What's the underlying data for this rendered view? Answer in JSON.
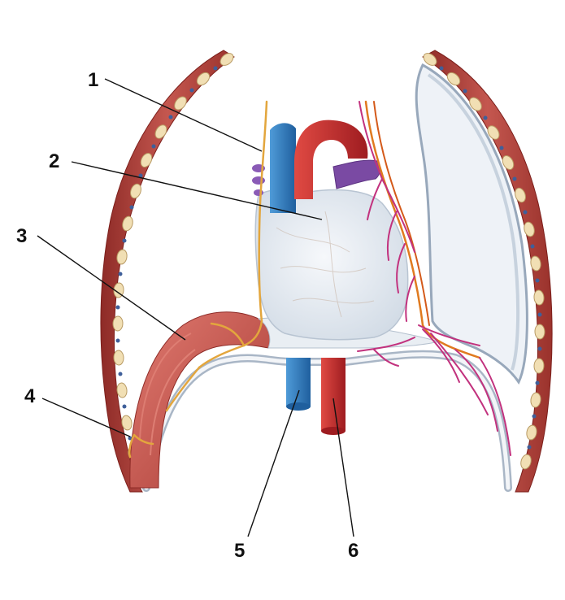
{
  "callouts": [
    {
      "id": "1",
      "text": "1"
    },
    {
      "id": "2",
      "text": "2"
    },
    {
      "id": "3",
      "text": "3"
    },
    {
      "id": "4",
      "text": "4"
    },
    {
      "id": "5",
      "text": "5"
    },
    {
      "id": "6",
      "text": "6"
    }
  ],
  "colors": {
    "rib_muscle": "#b8403a",
    "bone": "#f1dfb4",
    "diaphragm_muscle": "#c9564f",
    "pericardium": "#e6ecf2",
    "pleura_fill": "#eef2f7",
    "pleura_edge": "#a9b6c6",
    "vein_blue": "#2f7cc2",
    "artery_red": "#c8262a",
    "pulmonary_purple": "#7a4aa3",
    "nerve_yellow": "#e3a63d",
    "vessel_magenta": "#c2327e",
    "leader_line": "#111111"
  }
}
